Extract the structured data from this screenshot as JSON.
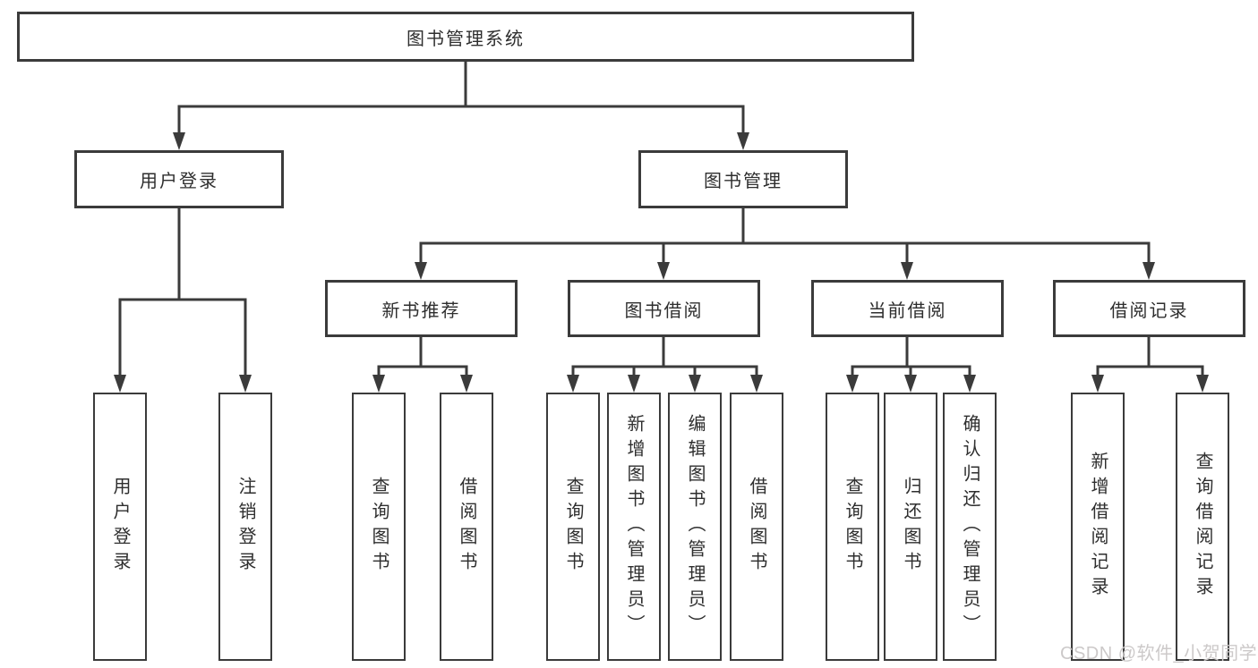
{
  "diagram": {
    "type": "tree",
    "root": {
      "label": "图书管理系统"
    },
    "level2": [
      {
        "id": "user-login",
        "label": "用户登录"
      },
      {
        "id": "book-management",
        "label": "图书管理"
      }
    ],
    "level3": [
      {
        "id": "new-book-recommend",
        "label": "新书推荐",
        "parent": "book-management"
      },
      {
        "id": "book-borrowing",
        "label": "图书借阅",
        "parent": "book-management"
      },
      {
        "id": "current-borrowing",
        "label": "当前借阅",
        "parent": "book-management"
      },
      {
        "id": "borrowing-records",
        "label": "借阅记录",
        "parent": "book-management"
      }
    ],
    "leaves": [
      {
        "id": "user-login",
        "label": "用户登录",
        "parent": "user-login"
      },
      {
        "id": "logout",
        "label": "注销登录",
        "parent": "user-login"
      },
      {
        "id": "search-books-recommend",
        "label": "查询图书",
        "parent": "new-book-recommend"
      },
      {
        "id": "borrow-books-recommend",
        "label": "借阅图书",
        "parent": "new-book-recommend"
      },
      {
        "id": "search-books-borrowing",
        "label": "查询图书",
        "parent": "book-borrowing"
      },
      {
        "id": "add-books-admin",
        "label": "新增图书（管理员）",
        "parent": "book-borrowing"
      },
      {
        "id": "edit-books-admin",
        "label": "编辑图书（管理员）",
        "parent": "book-borrowing"
      },
      {
        "id": "borrow-books-borrowing",
        "label": "借阅图书",
        "parent": "book-borrowing"
      },
      {
        "id": "search-books-current",
        "label": "查询图书",
        "parent": "current-borrowing"
      },
      {
        "id": "return-books",
        "label": "归还图书",
        "parent": "current-borrowing"
      },
      {
        "id": "confirm-return-admin",
        "label": "确认归还（管理员）",
        "parent": "current-borrowing"
      },
      {
        "id": "add-borrow-record",
        "label": "新增借阅记录",
        "parent": "borrowing-records"
      },
      {
        "id": "search-borrow-record",
        "label": "查询借阅记录",
        "parent": "borrowing-records"
      }
    ]
  },
  "watermark": {
    "text": "CSDN @软件_小贺同学"
  },
  "colors": {
    "background": "#ffffff",
    "line": "#3b3b3b",
    "box_border": "#3b3b3b",
    "text": "#2e2e2e",
    "watermark": "#ccc9c9"
  }
}
